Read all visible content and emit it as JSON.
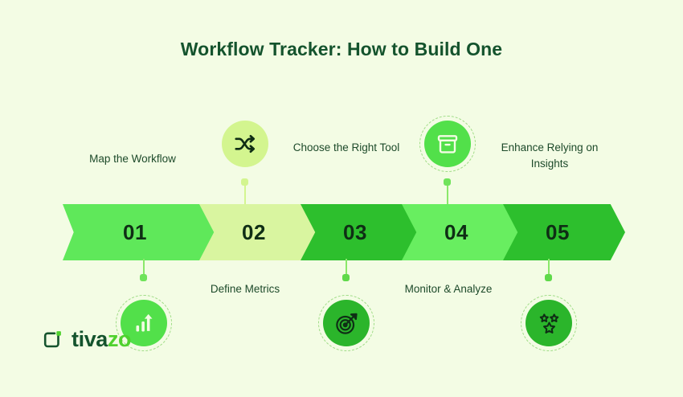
{
  "header": {
    "title": "Workflow Tracker: How to Build One"
  },
  "colors": {
    "background": "#f3fce4",
    "title": "#14532d",
    "label": "#1d4a2a",
    "connector": "#8ae86a",
    "dashed_ring": "#9fdc86",
    "logo_dark": "#14532d",
    "logo_accent": "#4fd12e"
  },
  "steps": [
    {
      "number": "01",
      "label": "Map the Workflow",
      "arrow_color": "#5fe85a",
      "label_position": "above",
      "icon_position": "below",
      "icon": "bar-chart-growth-icon",
      "icon_circle_color": "#52e04a",
      "icon_glyph_color": "#f3fce4",
      "icon_dashed_ring": true
    },
    {
      "number": "02",
      "label": "Define Metrics",
      "arrow_color": "#d9f5a0",
      "label_position": "below",
      "icon_position": "above",
      "icon": "shuffle-icon",
      "icon_circle_color": "#d3f58f",
      "icon_glyph_color": "#0f2e15",
      "icon_dashed_ring": false
    },
    {
      "number": "03",
      "label": "Choose the Right Tool",
      "arrow_color": "#2dbf2d",
      "label_position": "above",
      "icon_position": "below",
      "icon": "target-dart-icon",
      "icon_circle_color": "#2bb52b",
      "icon_glyph_color": "#0f2e15",
      "icon_dashed_ring": true
    },
    {
      "number": "04",
      "label": "Monitor & Analyze",
      "arrow_color": "#68ee60",
      "label_position": "below",
      "icon_position": "above",
      "icon": "archive-box-icon",
      "icon_circle_color": "#52e04a",
      "icon_glyph_color": "#f3fce4",
      "icon_dashed_ring": true
    },
    {
      "number": "05",
      "label": "Enhance Relying on Insights",
      "arrow_color": "#2dbf2d",
      "label_position": "above",
      "icon_position": "below",
      "icon": "three-stars-icon",
      "icon_circle_color": "#2bb52b",
      "icon_glyph_color": "#0f2e15",
      "icon_dashed_ring": true
    }
  ],
  "logo": {
    "name_primary": "tiva",
    "name_accent": "zo",
    "mark": "bracket-square-icon"
  }
}
